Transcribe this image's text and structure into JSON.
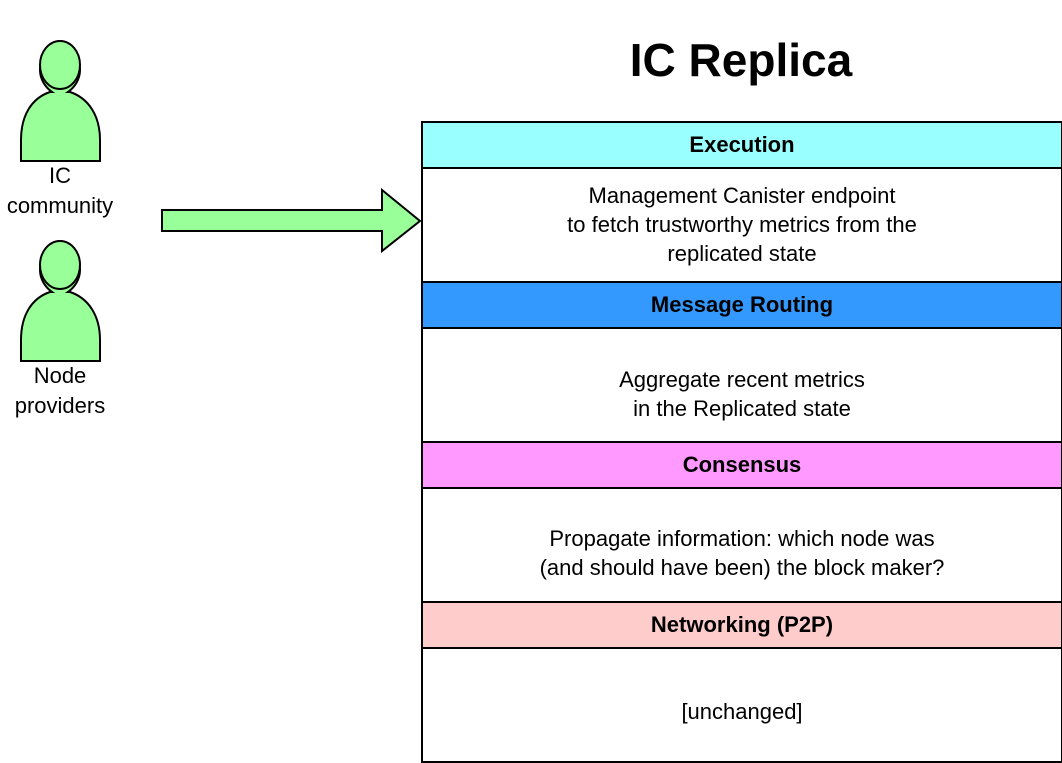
{
  "title": "IC Replica",
  "actors": [
    {
      "label": "IC\ncommunity",
      "icon": "person-icon",
      "color": "#99FF99"
    },
    {
      "label": "Node\nproviders",
      "icon": "person-icon",
      "color": "#99FF99"
    }
  ],
  "arrow": {
    "icon": "arrow-right-icon",
    "color": "#99FF99"
  },
  "layers": [
    {
      "name": "Execution",
      "header_color": "#99FFFF",
      "body": "Management Canister endpoint\nto fetch trustworthy metrics from the\nreplicated state"
    },
    {
      "name": "Message Routing",
      "header_color": "#3399FF",
      "body": "Aggregate recent metrics\nin the Replicated state"
    },
    {
      "name": "Consensus",
      "header_color": "#FF99FF",
      "body": "Propagate information: which node was\n(and should have been) the block maker?"
    },
    {
      "name": "Networking (P2P)",
      "header_color": "#FFCCCC",
      "body": "[unchanged]"
    }
  ]
}
